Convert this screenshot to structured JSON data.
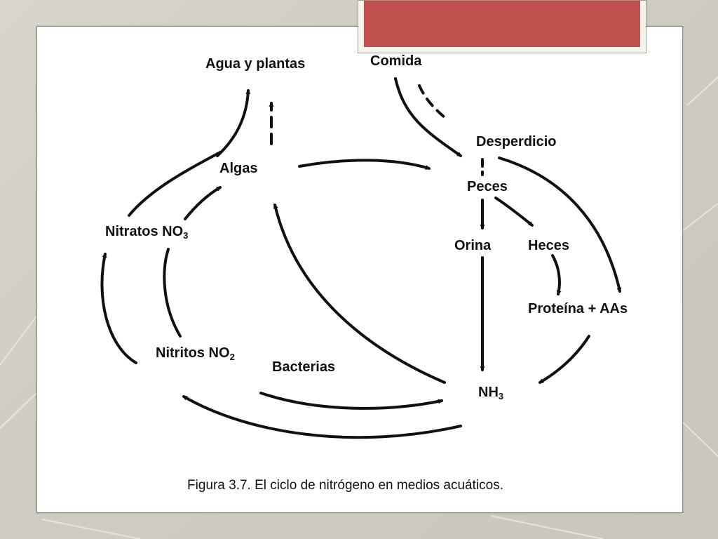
{
  "title_bar_color": "#c0504d",
  "nodes": {
    "agua_plantas": "Agua y plantas",
    "comida": "Comida",
    "desperdicio": "Desperdicio",
    "algas": "Algas",
    "peces": "Peces",
    "nitratos": {
      "text": "Nitratos NO",
      "sub": "3"
    },
    "orina": "Orina",
    "heces": "Heces",
    "proteina": "Proteína + AAs",
    "nitritos": {
      "text": "Nitritos NO",
      "sub": "2"
    },
    "bacterias": "Bacterias",
    "nh3": {
      "text": "NH",
      "sub": "3"
    }
  },
  "caption": "Figura 3.7. El ciclo de nitrógeno en medios acuáticos."
}
